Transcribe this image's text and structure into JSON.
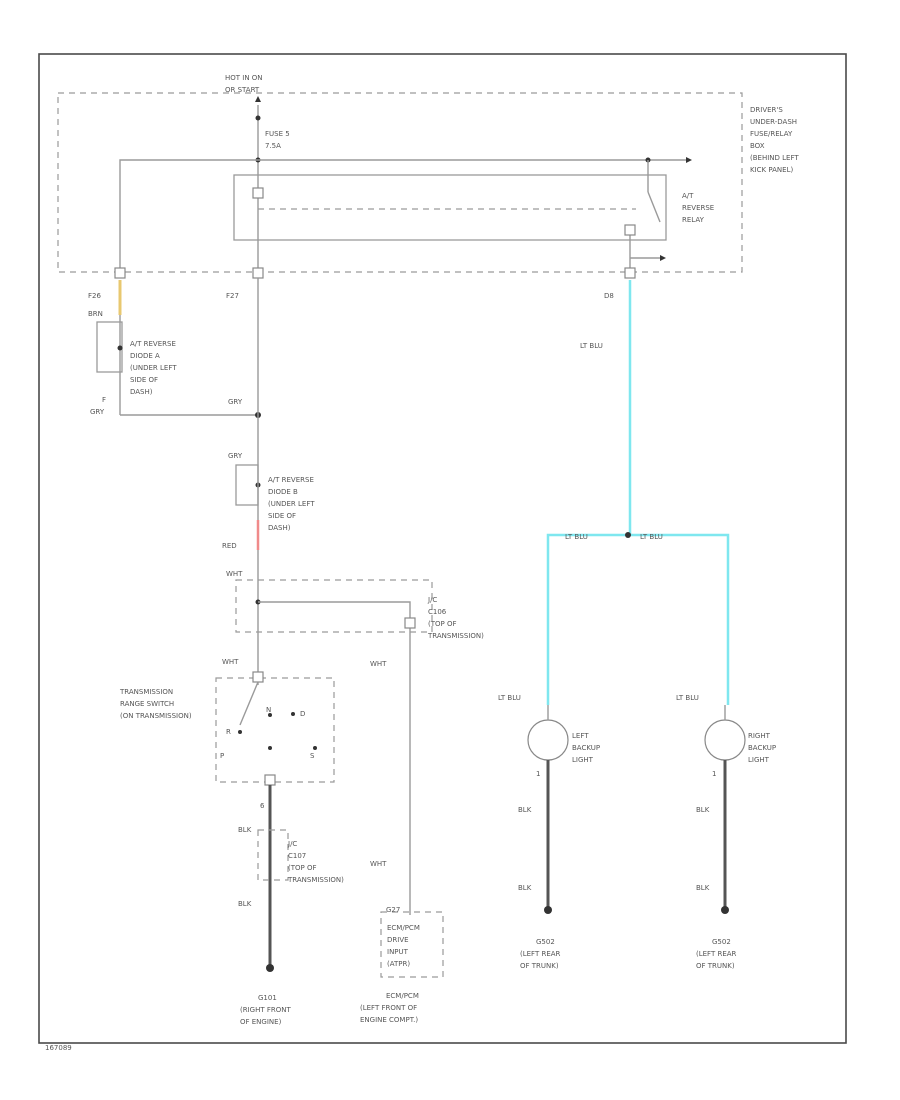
{
  "colors": {
    "frame": "#4a4a4a",
    "wire": "#9a9a9a",
    "lt_blu_wire": "#7fe7ef",
    "yel_wire": "#e8c870",
    "red_wire": "#f08a8a"
  },
  "labels": {
    "hot_in_on_1": "HOT IN ON",
    "hot_in_on_2": "OR START",
    "fuse_1": "FUSE 5",
    "fuse_2": "7.5A",
    "fuse_box_1": "DRIVER'S",
    "fuse_box_2": "UNDER-DASH",
    "fuse_box_3": "FUSE/RELAY",
    "fuse_box_4": "BOX",
    "fuse_box_5": "(BEHIND LEFT",
    "fuse_box_6": "KICK PANEL)",
    "relay_1": "A/T",
    "relay_2": "REVERSE",
    "relay_3": "RELAY",
    "f26": "F26",
    "brn": "BRN",
    "f27": "F27",
    "d8": "D8",
    "diode_a_1": "A/T REVERSE",
    "diode_a_2": "DIODE A",
    "diode_a_3": "(UNDER LEFT",
    "diode_a_4": "SIDE OF",
    "diode_a_5": "DASH)",
    "pin_f": "F",
    "gry_left": "GRY",
    "gry_mid": "GRY",
    "gry_b": "GRY",
    "diode_b_1": "A/T REVERSE",
    "diode_b_2": "DIODE B",
    "diode_b_3": "(UNDER LEFT",
    "diode_b_4": "SIDE OF",
    "diode_b_5": "DASH)",
    "red": "RED",
    "lt_blu_top": "LT BLU",
    "lt_blu_l": "LT BLU",
    "lt_blu_r": "LT BLU",
    "wht_1": "WHT",
    "c106_1": "J/C",
    "c106_2": "C106",
    "c106_3": "(TOP OF",
    "c106_4": "TRANSMISSION)",
    "wht_2": "WHT",
    "wht_3": "WHT",
    "trs_1": "TRANSMISSION",
    "trs_2": "RANGE SWITCH",
    "trs_3": "(ON TRANSMISSION)",
    "pos_n": "N",
    "pos_d": "D",
    "pos_r": "R",
    "pos_p": "P",
    "pos_s": "S",
    "pin_6": "6",
    "blk_1": "BLK",
    "c107_1": "J/C",
    "c107_2": "C107",
    "c107_3": "(TOP OF",
    "c107_4": "TRANSMISSION)",
    "blk_2": "BLK",
    "wht_4": "WHT",
    "ecm_box_1": "ECM/PCM",
    "ecm_box_2": "DRIVE",
    "ecm_box_3": "INPUT",
    "ecm_box_4": "(ATPR)",
    "ecm_pin": "G27",
    "ecm_1": "ECM/PCM",
    "ecm_2": "(LEFT FRONT OF",
    "ecm_3": "ENGINE COMPT.)",
    "lt_blu_la": "LT BLU",
    "lt_blu_ra": "LT BLU",
    "left_light_1": "LEFT",
    "left_light_2": "BACKUP",
    "left_light_3": "LIGHT",
    "right_light_1": "RIGHT",
    "right_light_2": "BACKUP",
    "right_light_3": "LIGHT",
    "pin_1l": "1",
    "pin_1r": "1",
    "blk_l1": "BLK",
    "blk_r1": "BLK",
    "blk_l2": "BLK",
    "blk_r2": "BLK",
    "g101_1": "G101",
    "g101_2": "(RIGHT FRONT",
    "g101_3": "OF ENGINE)",
    "g502_l_1": "G502",
    "g502_l_2": "(LEFT REAR",
    "g502_l_3": "OF TRUNK)",
    "g502_r_1": "G502",
    "g502_r_2": "(LEFT REAR",
    "g502_r_3": "OF TRUNK)",
    "diagram_id": "167089"
  }
}
